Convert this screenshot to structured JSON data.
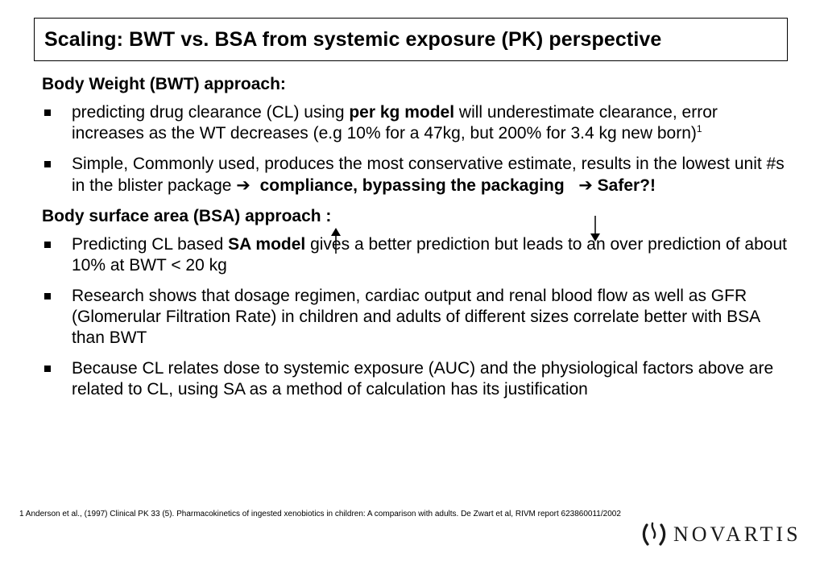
{
  "title": "Scaling: BWT vs. BSA from systemic exposure (PK) perspective",
  "section1": {
    "heading": "Body Weight (BWT) approach:",
    "bullet1": {
      "pre": "predicting drug clearance  (CL) using ",
      "bold": "per kg model",
      "post": " will underestimate clearance, error increases as the WT decreases (e.g 10% for a 47kg, but 200% for 3.4 kg new born)",
      "sup": "1"
    },
    "bullet2": {
      "pre": "Simple, Commonly used, produces the most conservative estimate, results in the lowest unit #s in the blister package ",
      "arrow1": "➔",
      "bold1": "compliance, bypassing the packaging",
      "arrow2": "➔",
      "bold2": "Safer?!"
    }
  },
  "section2": {
    "heading": "Body surface area (BSA) approach :",
    "bullet1": {
      "pre": "Predicting CL based ",
      "bold": "SA model",
      "post": " gives a better prediction but leads to an over prediction of about 10% at BWT < 20 kg"
    },
    "bullet2": {
      "text": "Research shows that dosage regimen, cardiac output and renal blood flow as well as GFR (Glomerular Filtration Rate) in children and adults of different sizes correlate better with BSA than BWT"
    },
    "bullet3": {
      "text": "Because CL relates dose to systemic exposure (AUC) and the physiological factors above are related to CL, using SA as a method of calculation has its justification"
    }
  },
  "footnote": "1 Anderson et al., (1997) Clinical PK 33 (5).  Pharmacokinetics of ingested xenobiotics in children: A comparison with adults. De Zwart et al, RIVM report 623860011/2002",
  "logo": {
    "text": "NOVARTIS",
    "icon": "novartis-logo-icon"
  },
  "colors": {
    "text": "#000000",
    "background": "#ffffff"
  }
}
